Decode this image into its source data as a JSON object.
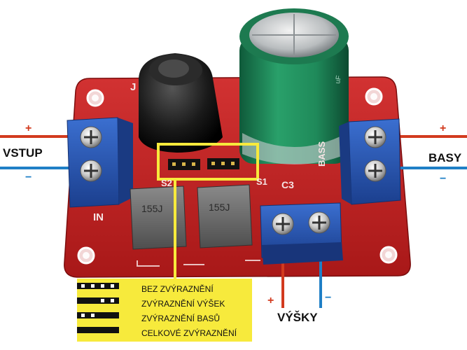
{
  "labels": {
    "input": "VSTUP",
    "bass_out": "BASY",
    "treble_out": "VÝŠKY",
    "plus": "+",
    "minus": "−"
  },
  "board_markings": {
    "in": "IN",
    "bass": "BASS",
    "c3": "C3",
    "s1": "S1",
    "s2": "S2",
    "j": "J",
    "inductor_1": "155J",
    "inductor_2": "155J"
  },
  "legend": {
    "items": [
      {
        "text": "BEZ ZVÝRAZNĚNÍ",
        "jumper_pattern": "none"
      },
      {
        "text": "ZVÝRAZNĚNÍ VÝŠEK",
        "jumper_pattern": "left"
      },
      {
        "text": "ZVÝRAZNĚNÍ BASŮ",
        "jumper_pattern": "right"
      },
      {
        "text": "CELKOVÉ ZVÝRAZNĚNÍ",
        "jumper_pattern": "both"
      }
    ]
  },
  "colors": {
    "pcb": "#c41e1e",
    "terminal_block": "#1f4fa8",
    "capacitor": "#1f8a5a",
    "wire_positive": "#d23a1e",
    "wire_negative": "#1f7fc6",
    "highlight": "#f7ea3c"
  }
}
